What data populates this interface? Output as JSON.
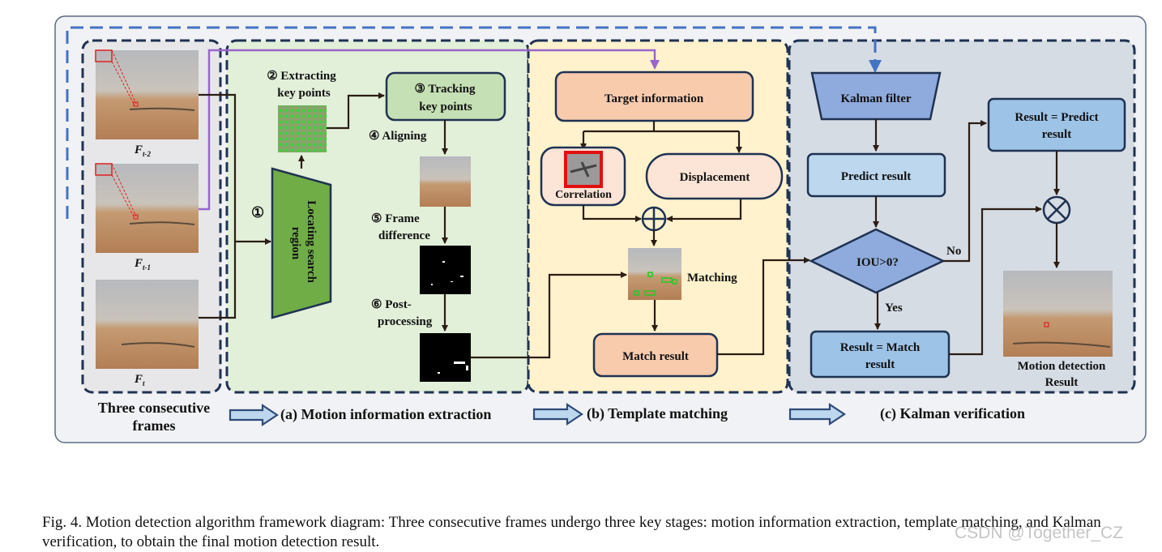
{
  "frames": {
    "labels": [
      {
        "main": "F",
        "sub": "t-2"
      },
      {
        "main": "F",
        "sub": "t-1"
      },
      {
        "main": "F",
        "sub": "t"
      }
    ],
    "section_label_line1": "Three consecutive",
    "section_label_line2": "frames"
  },
  "motion": {
    "step1_symbol": "①",
    "step2_line1": "② Extracting",
    "step2_line2": "key points",
    "step3_line1": "③ Tracking",
    "step3_line2": "key points",
    "step4": "④ Aligning",
    "step5_line1": "⑤ Frame",
    "step5_line2": "difference",
    "step6_line1": "⑥ Post-",
    "step6_line2": "processing",
    "search_line1": "Locating search",
    "search_line2": "region",
    "section_label": "(a) Motion information extraction"
  },
  "template": {
    "target_info": "Target information",
    "correlation": "Correlation",
    "displacement": "Displacement",
    "matching": "Matching",
    "match_result": "Match result",
    "section_label": "(b) Template matching"
  },
  "kalman": {
    "filter": "Kalman filter",
    "predict": "Predict result",
    "iou": "IOU>0?",
    "no": "No",
    "yes": "Yes",
    "result_predict_line1": "Result = Predict",
    "result_predict_line2": "result",
    "result_match_line1": "Result = Match",
    "result_match_line2": "result",
    "final_line1": "Motion detection",
    "final_line2": "Result",
    "section_label": "(c) Kalman verification"
  },
  "caption": "Fig. 4.  Motion detection algorithm framework diagram: Three consecutive frames undergo three key stages: motion information extraction, template matching, and Kalman verification, to obtain the final motion detection result.",
  "watermark": "CSDN @Together_CZ",
  "colors": {
    "frame_panel": "#e7e7ea",
    "motion_panel": "#e2efd9",
    "template_panel": "#fff2cc",
    "kalman_panel": "#d6dce4",
    "border_navy": "#1f3252",
    "green_box": "#c5e0b4",
    "green_trap": "#70ad47",
    "orange_box": "#f8cbad",
    "peach_box": "#fce4d6",
    "blue_box": "#9dc3e6",
    "diamond": "#8faadc",
    "purple_line": "#9966cc",
    "blue_dash": "#4472c4"
  }
}
